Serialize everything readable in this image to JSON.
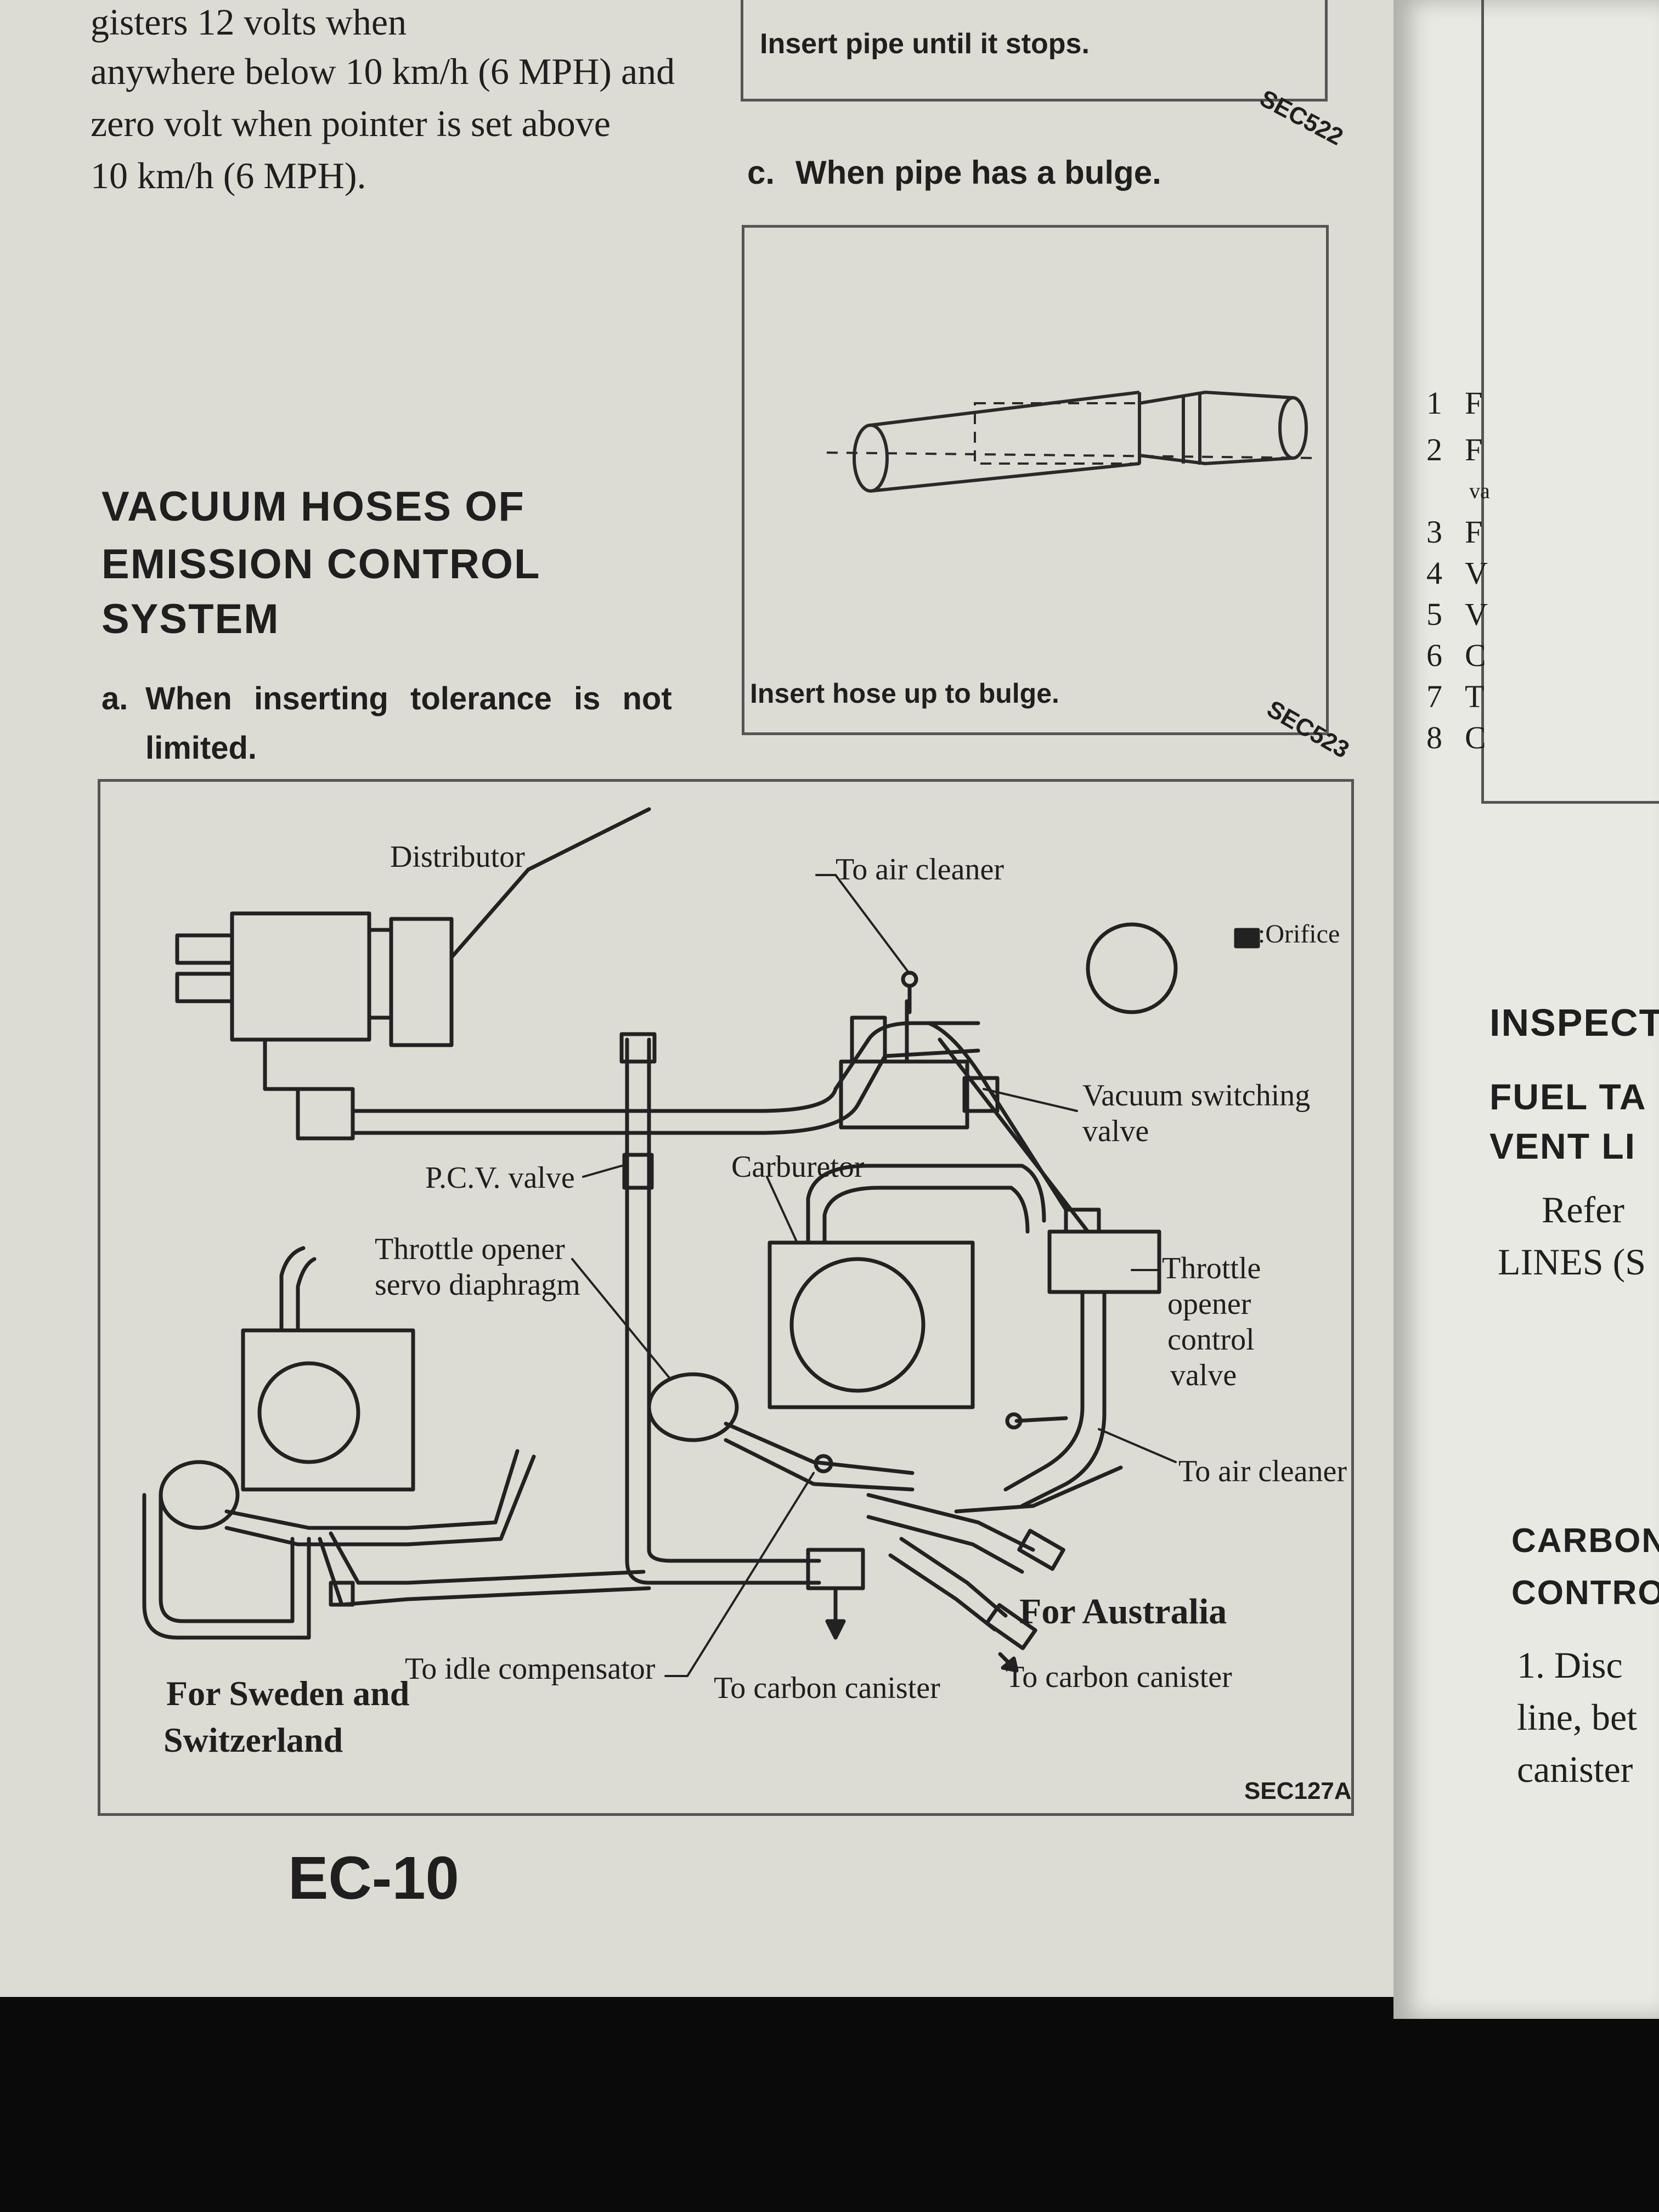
{
  "left_text": {
    "lines": [
      "gisters 12 volts when",
      "anywhere below 10 km/h (6 MPH) and",
      "zero volt when pointer is set above",
      "10 km/h (6 MPH)."
    ]
  },
  "section": {
    "heading_lines": [
      "VACUUM HOSES OF",
      "EMISSION CONTROL",
      "SYSTEM"
    ],
    "item_a_letter": "a.",
    "item_a_lines": [
      "When inserting tolerance is not",
      "limited."
    ]
  },
  "top_figure": {
    "caption": "Insert pipe until it stops.",
    "code": "SEC522"
  },
  "item_c": {
    "letter": "c.",
    "text": "When pipe has a bulge."
  },
  "bulge_figure": {
    "caption": "Insert hose up to bulge.",
    "code": "SEC523"
  },
  "main_figure": {
    "code": "SEC127A",
    "labels": {
      "distributor": "Distributor",
      "to_air_cleaner_top": "To air cleaner",
      "orifice": ":Orifice",
      "vacuum_switching_valve_1": "Vacuum switching",
      "vacuum_switching_valve_2": "valve",
      "carburetor": "Carburetor",
      "pcv_valve": "P.C.V. valve",
      "throttle_opener_servo_1": "Throttle opener",
      "throttle_opener_servo_2": "servo diaphragm",
      "throttle_opener_control_1": "Throttle",
      "throttle_opener_control_2": "opener",
      "throttle_opener_control_3": "control",
      "throttle_opener_control_4": "valve",
      "to_air_cleaner_right": "To air cleaner",
      "for_australia": "For Australia",
      "to_carbon_canister_right": "To carbon canister",
      "to_carbon_canister_center": "To carbon canister",
      "to_idle_compensator": "To idle compensator",
      "for_sweden_1": "For Sweden and",
      "for_sweden_2": "Switzerland"
    }
  },
  "page_number": "EC-10",
  "right_page": {
    "list_numbers": [
      "1",
      "2",
      "3",
      "4",
      "5",
      "6",
      "7",
      "8"
    ],
    "list_letters": [
      "F",
      "F",
      "va",
      "F",
      "V",
      "V",
      "C",
      "T",
      "C"
    ],
    "heading1": "INSPECT",
    "heading2_lines": [
      "FUEL TA",
      "VENT LI"
    ],
    "para_lines": [
      "Refer",
      "LINES (S"
    ],
    "heading3_lines": [
      "CARBON",
      "CONTRO"
    ],
    "para2_lines": [
      "1.  Disc",
      "line, bet",
      "canister"
    ]
  },
  "colors": {
    "paper": "#dcdcd5",
    "ink": "#1f1f1f",
    "border": "#555555",
    "background": "#0a0a0a"
  }
}
